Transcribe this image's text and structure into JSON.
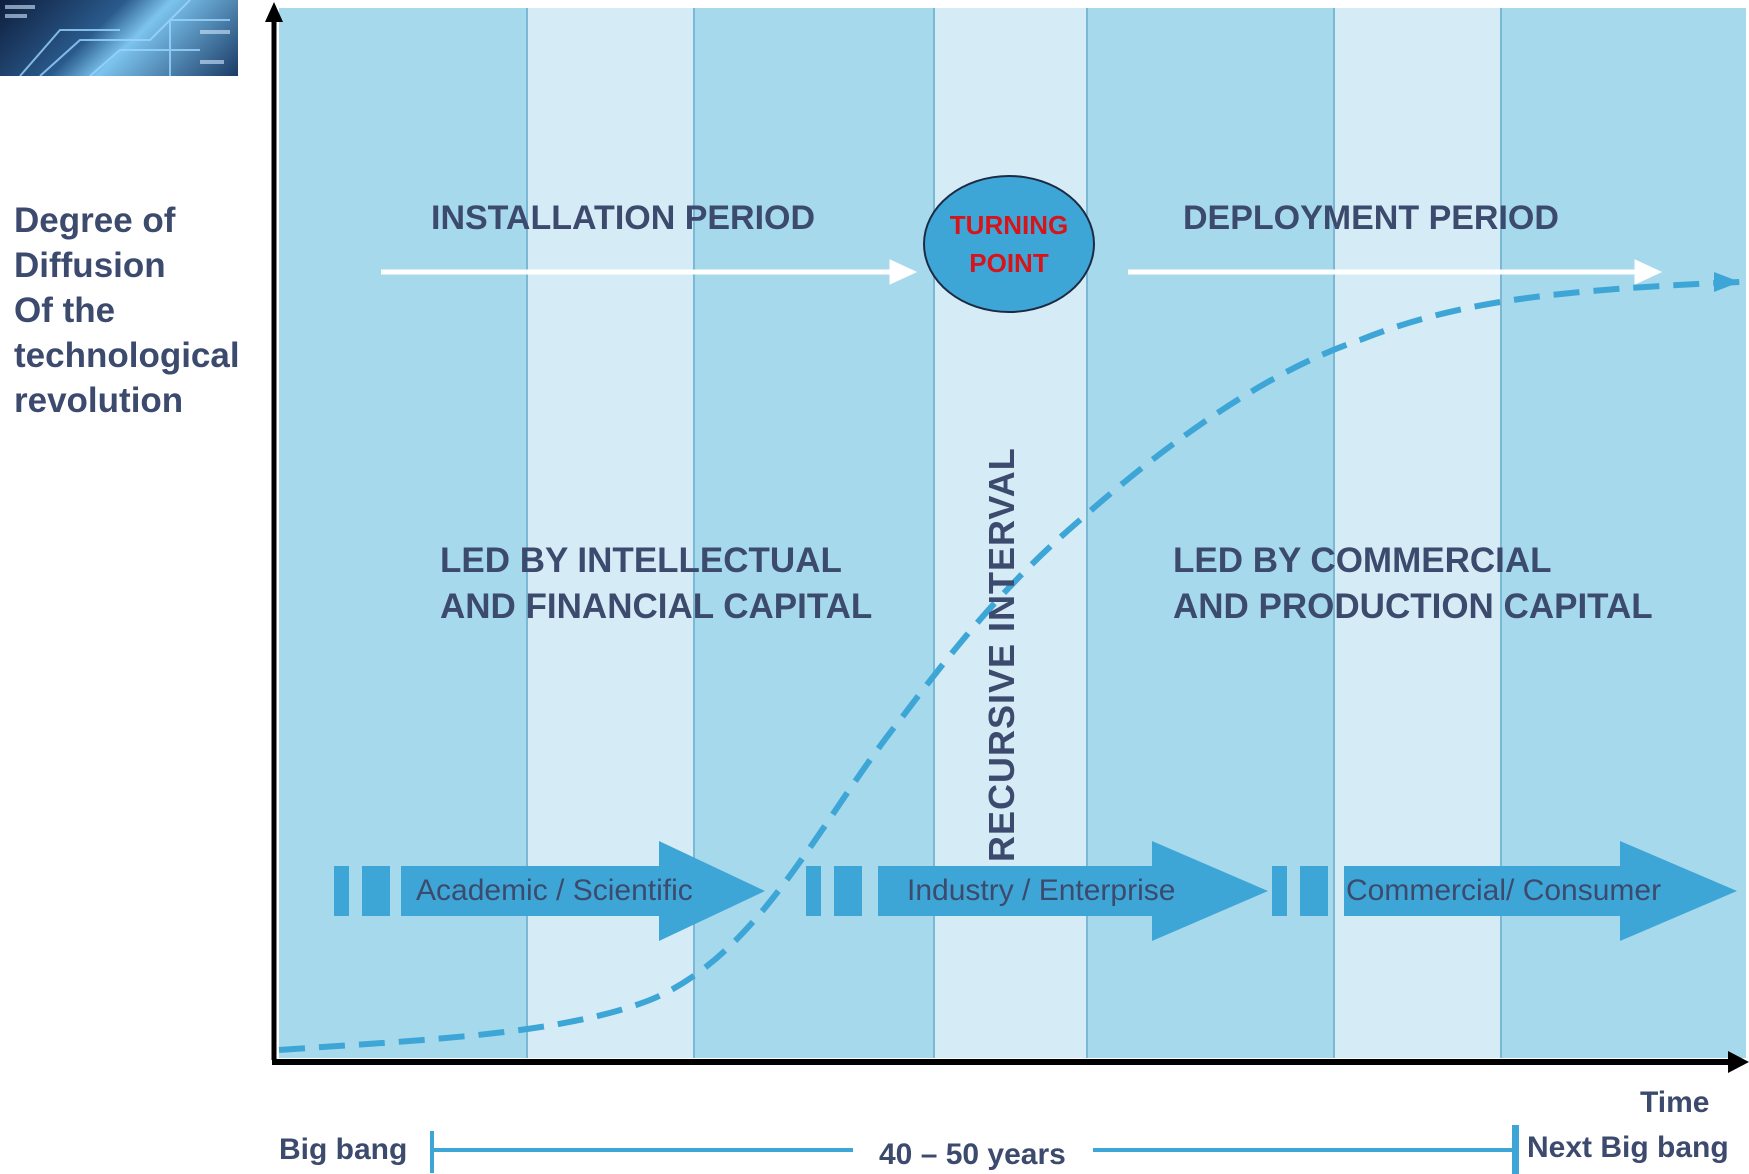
{
  "y_axis_label": [
    "Degree of",
    "Diffusion",
    "Of the",
    "technological",
    "revolution"
  ],
  "x_axis_label": "Time",
  "periods": {
    "installation": "INSTALLATION PERIOD",
    "deployment": "DEPLOYMENT PERIOD"
  },
  "turning_point": [
    "TURNING",
    "POINT"
  ],
  "recursive_interval": "RECURSIVE      INTERVAL",
  "capital": {
    "left": [
      "LED BY INTELLECTUAL",
      "AND FINANCIAL CAPITAL"
    ],
    "right": [
      "LED BY COMMERCIAL",
      "AND PRODUCTION CAPITAL"
    ]
  },
  "stages": [
    "Academic / Scientific",
    "Industry / Enterprise",
    "Commercial/  Consumer"
  ],
  "timeline": {
    "start": "Big bang",
    "duration": "40 – 50 years",
    "end": "Next Big bang"
  },
  "colors": {
    "band_dark": "#a6d9ec",
    "band_light": "#d5ecf6",
    "accent": "#3ea6d6",
    "text": "#3c4a6e",
    "turning_text": "#d7141a"
  },
  "icons": [
    "up-arrow-axis-icon",
    "right-arrow-axis-icon",
    "timeline-end-bar-icon"
  ]
}
